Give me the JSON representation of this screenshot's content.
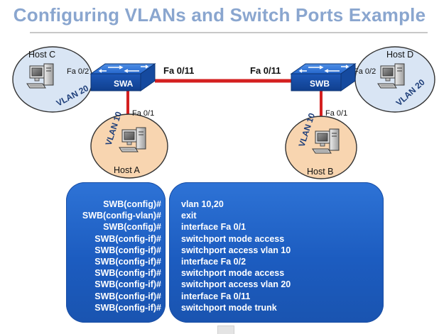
{
  "title": "Configuring VLANs and Switch Ports Example",
  "switches": {
    "swa": "SWA",
    "swb": "SWB"
  },
  "trunk_link": {
    "swa_port": "Fa 0/11",
    "swb_port": "Fa 0/11"
  },
  "hosts": {
    "host_c": {
      "name": "Host C",
      "port": "Fa 0/2",
      "vlan": "VLAN 20"
    },
    "host_a": {
      "name": "Host A",
      "port": "Fa 0/1",
      "vlan": "VLAN 10"
    },
    "host_b": {
      "name": "Host B",
      "port": "Fa 0/1",
      "vlan": "VLAN 10"
    },
    "host_d": {
      "name": "Host D",
      "port": "Fa 0/2",
      "vlan": "VLAN 20"
    }
  },
  "cli": {
    "prompts": [
      "SWB(config)#",
      "SWB(config-vlan)#",
      "SWB(config)#",
      "SWB(config-if)#",
      "SWB(config-if)#",
      "SWB(config-if)#",
      "SWB(config-if)#",
      "SWB(config-if)#",
      "SWB(config-if)#",
      "SWB(config-if)#"
    ],
    "commands": [
      "vlan 10,20",
      "exit",
      "interface Fa 0/1",
      "switchport mode access",
      "switchport  access vlan 10",
      "interface Fa 0/2",
      "switchport mode access",
      "switchport  access vlan 20",
      "interface Fa 0/11",
      "switchport mode trunk"
    ]
  },
  "colors": {
    "title": "#8aa6cf",
    "link": "#d42020",
    "switch": "#1f63c9",
    "host_c_d_ellipse": "#d9e5f4",
    "host_a_b_ellipse": "#f8d5b0",
    "cli_panel": "#1f5fc3"
  }
}
